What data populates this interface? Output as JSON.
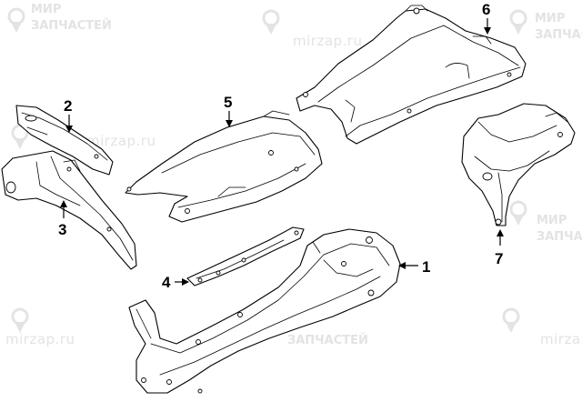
{
  "watermark": {
    "brand_ru": [
      "МИР",
      "ЗАПЧАСТЕЙ"
    ],
    "domain": "mirzap.ru",
    "domain_alt": "mirzap.ru"
  },
  "callouts": [
    {
      "id": "1",
      "label": "1"
    },
    {
      "id": "2",
      "label": "2"
    },
    {
      "id": "3",
      "label": "3"
    },
    {
      "id": "4",
      "label": "4"
    },
    {
      "id": "5",
      "label": "5"
    },
    {
      "id": "6",
      "label": "6"
    },
    {
      "id": "7",
      "label": "7"
    }
  ],
  "colors": {
    "line": "#000000",
    "watermark": "#e3e3e3",
    "background": "#ffffff"
  },
  "icons": [
    "location-pin-watermark-icon"
  ]
}
